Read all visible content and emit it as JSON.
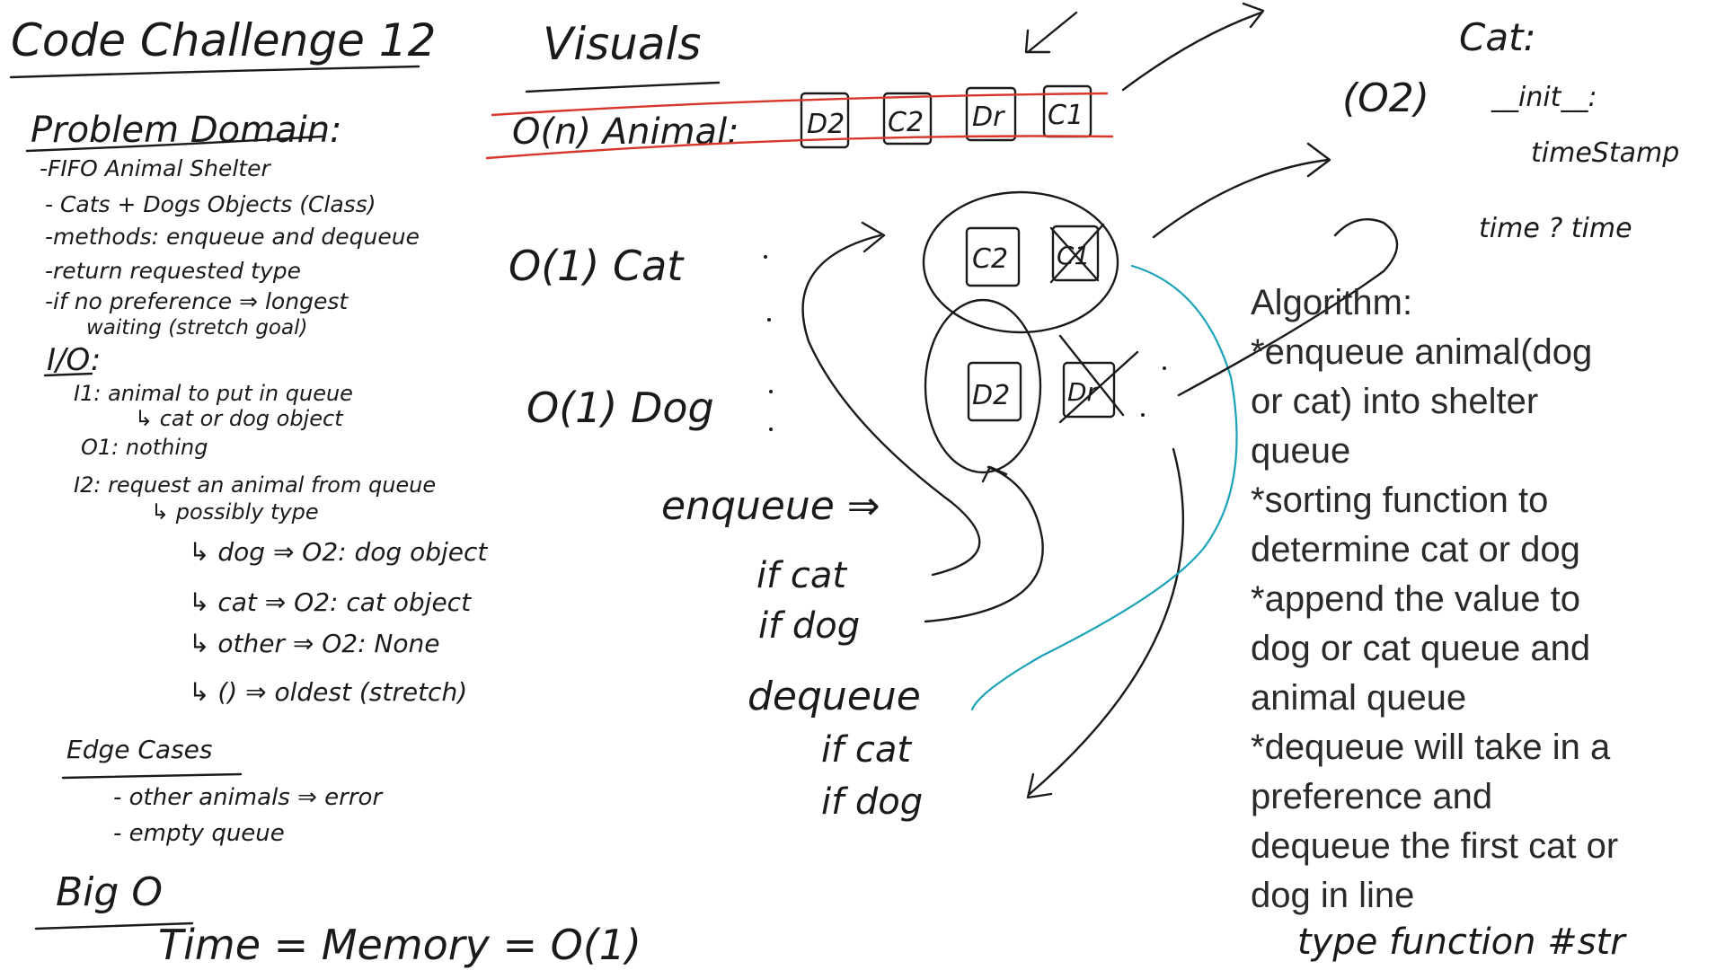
{
  "title": "Code Challenge 12",
  "visuals_heading": "Visuals",
  "problem": {
    "heading": "Problem Domain:",
    "lines": [
      "-FIFO Animal Shelter",
      "- Cats + Dogs Objects (Class)",
      "-methods: enqueue and dequeue",
      "-return requested type",
      "-if no preference ⇒ longest",
      "waiting (stretch goal)"
    ]
  },
  "io": {
    "heading": "I/O:",
    "lines": [
      "I1: animal to put in queue",
      "↳ cat or dog object",
      "O1: nothing",
      "I2: request an animal from queue",
      "↳ possibly type",
      "↳ dog  ⇒ O2: dog object",
      "↳ cat  ⇒ O2: cat object",
      "↳ other ⇒ O2: None",
      "↳ ()   ⇒ oldest (stretch)"
    ]
  },
  "edge": {
    "heading": "Edge Cases",
    "lines": [
      "- other animals ⇒ error",
      "- empty queue"
    ]
  },
  "bigo": {
    "heading": "Big O",
    "line": "Time = Memory = O(1)"
  },
  "visuals": {
    "animal_row_label": "O(n)  Animal:",
    "animal_boxes": [
      "D2",
      "C2",
      "Dr",
      "C1"
    ],
    "cat_label": "O(1)  Cat",
    "dog_label": "O(1)  Dog",
    "cat_boxes": [
      "C2",
      "C1"
    ],
    "dog_boxes": [
      "D2",
      "Dr"
    ],
    "enqueue": "enqueue ⇒",
    "enq_if_cat": "if cat",
    "enq_if_dog": "if dog",
    "dequeue": "dequeue",
    "deq_if_cat": "if cat",
    "deq_if_dog": "if dog"
  },
  "cat_notes": {
    "heading": "Cat:",
    "on": "(O2)",
    "init": "__init__:",
    "timestamp": "timeStamp",
    "compare": "time ? time"
  },
  "algorithm": {
    "lines": [
      "Algorithm:",
      "*enqueue animal(dog",
      "or cat) into shelter",
      "queue",
      "*sorting function to",
      "determine cat or dog",
      "*append the value to",
      "dog or cat queue and",
      "animal queue",
      "*dequeue will take in a",
      "preference and",
      "dequeue the first cat or",
      "dog in line"
    ]
  },
  "footnote": "type function #str"
}
